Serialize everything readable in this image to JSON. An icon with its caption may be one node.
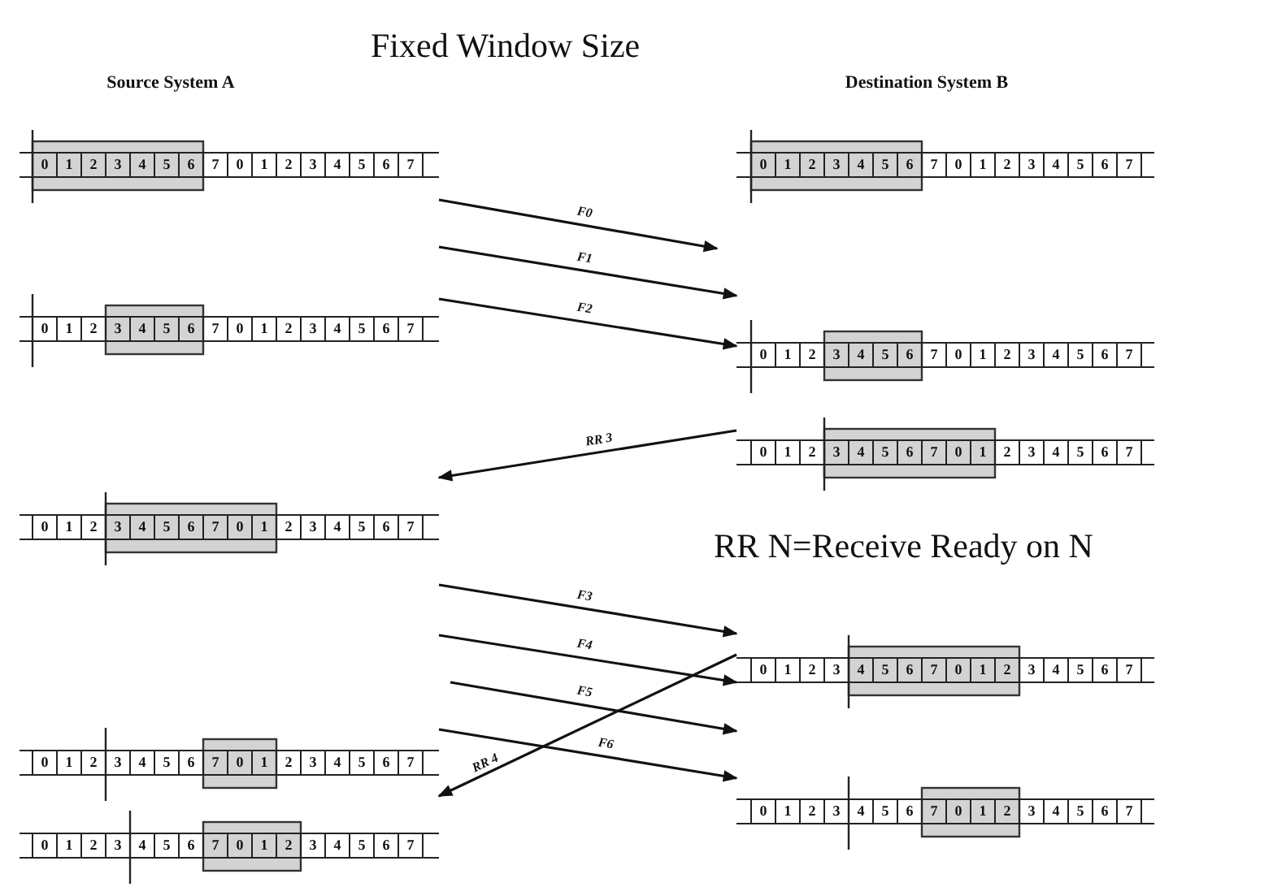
{
  "diagram": {
    "title": "Fixed Window Size",
    "nodes": [
      {
        "text": [
          "0",
          "1",
          "2",
          "3",
          "4",
          "5",
          "6",
          "7",
          "0",
          "1",
          "2",
          "3",
          "4",
          "5",
          "6",
          "7"
        ]
      },
      {
        "text": [
          "0",
          "1",
          "2",
          "3",
          "4",
          "5",
          "6",
          "7",
          "0",
          "1",
          "2",
          "3",
          "4",
          "5",
          "6",
          "7"
        ]
      },
      {
        "text": [
          "0",
          "1",
          "2",
          "3",
          "4",
          "5",
          "6",
          "7",
          "0",
          "1",
          "2",
          "3",
          "4",
          "5",
          "6",
          "7"
        ]
      },
      {
        "text": [
          "0",
          "1",
          "2",
          "3",
          "4",
          "5",
          "6",
          "7",
          "0",
          "1",
          "2",
          "3",
          "4",
          "5",
          "6",
          "7"
        ]
      },
      {
        "text": [
          "0",
          "1",
          "2",
          "3",
          "4",
          "5",
          "6",
          "7",
          "0",
          "1",
          "2",
          "3",
          "4",
          "5",
          "6",
          "7"
        ]
      },
      {
        "text": [
          "0",
          "1",
          "2",
          "3",
          "4",
          "5",
          "6",
          "7",
          "0",
          "1",
          "2",
          "3",
          "4",
          "5",
          "6",
          "7"
        ]
      },
      {
        "text": [
          "0",
          "1",
          "2",
          "3",
          "4",
          "5",
          "6",
          "7",
          "0",
          "1",
          "2",
          "3",
          "4",
          "5",
          "6",
          "7"
        ]
      },
      {
        "text": [
          "0",
          "1",
          "2",
          "3",
          "4",
          "5",
          "6",
          "7",
          "0",
          "1",
          "2",
          "3",
          "4",
          "5",
          "6",
          "7"
        ]
      },
      {
        "text": [
          "0",
          "1",
          "2",
          "3",
          "4",
          "5",
          "6",
          "7",
          "0",
          "1",
          "2",
          "3",
          "4",
          "5",
          "6",
          "7"
        ]
      },
      {
        "text": [
          "0",
          "1",
          "2",
          "3",
          "4",
          "5",
          "6",
          "7",
          "0",
          "1",
          "2",
          "3",
          "4",
          "5",
          "6",
          "7"
        ]
      }
    ],
    "edges": [
      {
        "from": 0,
        "to": null,
        "arrow": "to",
        "label": "F0"
      },
      {
        "from": 0,
        "to": 3,
        "arrow": "to",
        "label": "F1"
      },
      {
        "from": 2,
        "to": 3,
        "arrow": "to",
        "label": "F2"
      },
      {
        "from": 4,
        "to": 5,
        "arrow": "to",
        "label": "RR 3"
      },
      {
        "from": 5,
        "to": 6,
        "arrow": "to",
        "label": "F3"
      },
      {
        "from": 5,
        "to": 6,
        "arrow": "to",
        "label": "F4"
      },
      {
        "from": null,
        "to": 6,
        "arrow": "to",
        "label": "F5"
      },
      {
        "from": 7,
        "to": 8,
        "arrow": "to",
        "label": "F6"
      },
      {
        "from": 6,
        "to": 7,
        "arrow": "to",
        "label": "RR 4"
      }
    ],
    "labels": [
      "Source System A",
      "Destination System B",
      "RR N=Receive Ready on N"
    ]
  }
}
